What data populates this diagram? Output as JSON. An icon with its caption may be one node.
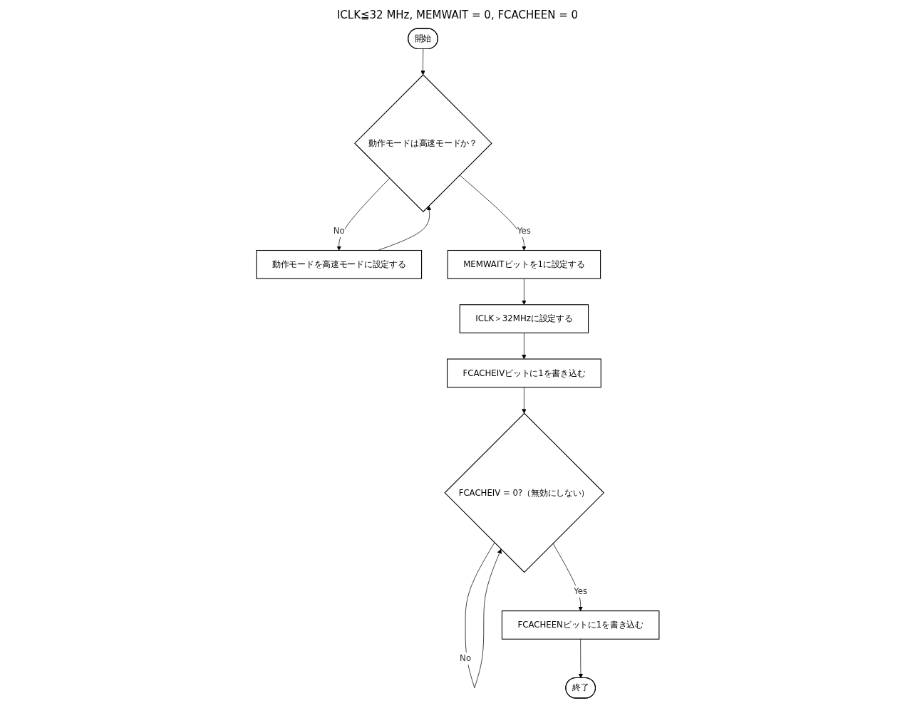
{
  "diagram": {
    "nodes": [
      {
        "text": [
          "開始"
        ],
        "beside": [
          "ICLK≦32 MHz, MEMWAIT = 0, FCACHEEN = 0"
        ]
      },
      {
        "text": [
          "動作モードは高速モードか？"
        ]
      },
      {
        "text": [
          "動作モードを高速モードに設定する"
        ]
      },
      {
        "text": [
          "MEMWAITビットを1に設定する"
        ]
      },
      {
        "text": [
          "ICLK＞32MHzに設定する"
        ]
      },
      {
        "text": [
          "FCACHEIVビットに1を書き込む"
        ]
      },
      {
        "text": [
          "FCACHEIV = 0?（無効にしない）"
        ]
      },
      {
        "text": [
          "FCACHEENビットに1を書き込む"
        ]
      },
      {
        "text": [
          "終了"
        ]
      }
    ],
    "edges": [
      {
        "from": 0,
        "to": 1,
        "arrow": "to"
      },
      {
        "from": 1,
        "to": 2,
        "label": "No",
        "arrow": "to"
      },
      {
        "from": 2,
        "to": 1,
        "arrow": "to"
      },
      {
        "from": 1,
        "to": 3,
        "label": "Yes",
        "arrow": "to"
      },
      {
        "from": 3,
        "to": 4,
        "arrow": "to"
      },
      {
        "from": 4,
        "to": 5,
        "arrow": "to"
      },
      {
        "from": 5,
        "to": 6,
        "arrow": "to"
      },
      {
        "from": 6,
        "to": 6,
        "label": "No",
        "arrow": "to"
      },
      {
        "from": 6,
        "to": 7,
        "label": "Yes",
        "arrow": "to"
      },
      {
        "from": 7,
        "to": 8,
        "arrow": "to"
      }
    ]
  }
}
